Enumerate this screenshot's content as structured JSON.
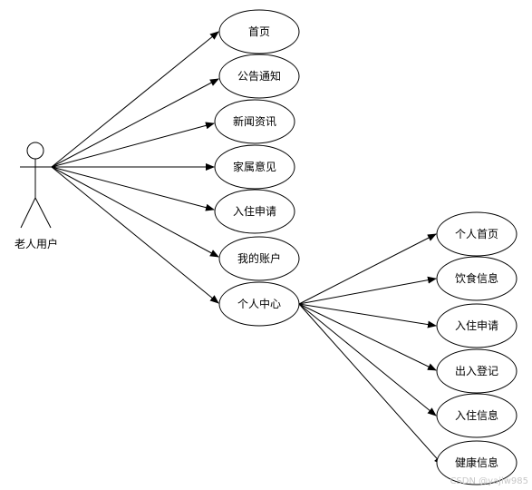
{
  "actor": {
    "label": "老人用户"
  },
  "use_cases": [
    {
      "id": "home",
      "label": "首页"
    },
    {
      "id": "notice",
      "label": "公告通知"
    },
    {
      "id": "news",
      "label": "新闻资讯"
    },
    {
      "id": "family-feedback",
      "label": "家属意见"
    },
    {
      "id": "admission-apply",
      "label": "入住申请"
    },
    {
      "id": "my-account",
      "label": "我的账户"
    },
    {
      "id": "personal-center",
      "label": "个人中心"
    }
  ],
  "sub_use_cases": [
    {
      "id": "personal-home",
      "label": "个人首页"
    },
    {
      "id": "diet-info",
      "label": "饮食信息"
    },
    {
      "id": "sub-admission-apply",
      "label": "入住申请"
    },
    {
      "id": "exit-entry-register",
      "label": "出入登记"
    },
    {
      "id": "admission-info",
      "label": "入住信息"
    },
    {
      "id": "health-info",
      "label": "健康信息"
    }
  ],
  "watermark": "CSDN @yajlw985",
  "colors": {
    "stroke": "#000000",
    "background": "#ffffff",
    "watermark": "#c8c8c8"
  }
}
